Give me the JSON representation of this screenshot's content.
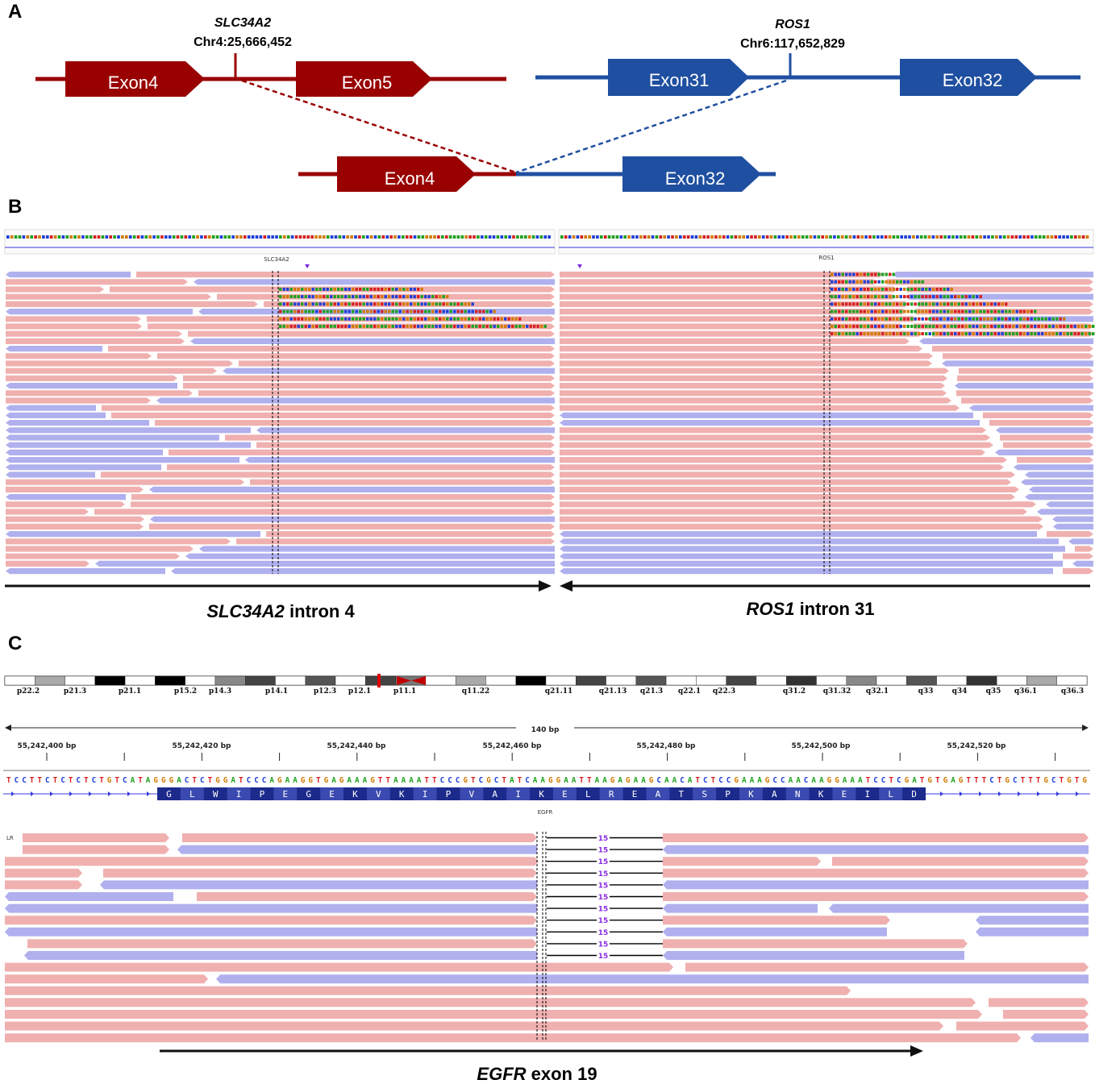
{
  "panels": {
    "a": {
      "label": "A",
      "left_gene": {
        "name": "SLC34A2",
        "coord": "Chr4:25,666,452",
        "exon_a": "Exon4",
        "exon_b": "Exon5",
        "color": "#990000"
      },
      "right_gene": {
        "name": "ROS1",
        "coord": "Chr6:117,652,829",
        "exon_a": "Exon31",
        "exon_b": "Exon32",
        "color": "#1f4fa0"
      },
      "fusion": {
        "exon_left": "Exon4",
        "exon_right": "Exon32"
      }
    },
    "b": {
      "label": "B",
      "left_track_gene": "SLC34A2",
      "right_track_gene": "ROS1",
      "left_caption_gene": "SLC34A2",
      "left_caption_rest": " intron 4",
      "right_caption_gene": "ROS1",
      "right_caption_rest": " intron 31"
    },
    "c": {
      "label": "C",
      "ideogram_bands": [
        "p22.2",
        "p21.3",
        "p21.1",
        "p15.2",
        "p14.3",
        "p14.1",
        "p12.3",
        "p12.1",
        "p11.1",
        "q11.22",
        "q21.11",
        "q21.13",
        "q21.3",
        "q22.1",
        "q22.3",
        "q31.2",
        "q31.32",
        "q32.1",
        "q33",
        "q34",
        "q35",
        "q36.1",
        "q36.3"
      ],
      "span_label": "140 bp",
      "ruler_ticks": [
        "55,242,400 bp",
        "55,242,420 bp",
        "55,242,440 bp",
        "55,242,460 bp",
        "55,242,480 bp",
        "55,242,500 bp",
        "55,242,520 bp"
      ],
      "sequence": "TCCTTCTCTCTCTGTCATAGGGACTCTGGATCCCAGAAGGTGAGAAAGTTAAAATTCCCGTCGCTATCAAGGAATTAAGAGAAGCAACATCTCCGAAAGCCAACAAGGAAATCCTCGATGTGAGTTTCTGCTTTGCTGTG",
      "amino_acids": [
        "G",
        "L",
        "W",
        "I",
        "P",
        "E",
        "G",
        "E",
        "K",
        "V",
        "K",
        "I",
        "P",
        "V",
        "A",
        "I",
        "K",
        "E",
        "L",
        "R",
        "E",
        "A",
        "T",
        "S",
        "P",
        "K",
        "A",
        "N",
        "K",
        "E",
        "I",
        "L",
        "D"
      ],
      "gene": "EGFR",
      "track_label": "LR",
      "deletion_count": "15",
      "caption_gene": "EGFR",
      "caption_rest": " exon 19"
    }
  },
  "colors": {
    "read_forward": "#f0b0b0",
    "read_reverse": "#b0b0ee",
    "base_A": "#1ea01e",
    "base_C": "#1f3fd6",
    "base_G": "#d17a00",
    "base_T": "#d41f1f",
    "aa_box": "#1c2a8c"
  }
}
